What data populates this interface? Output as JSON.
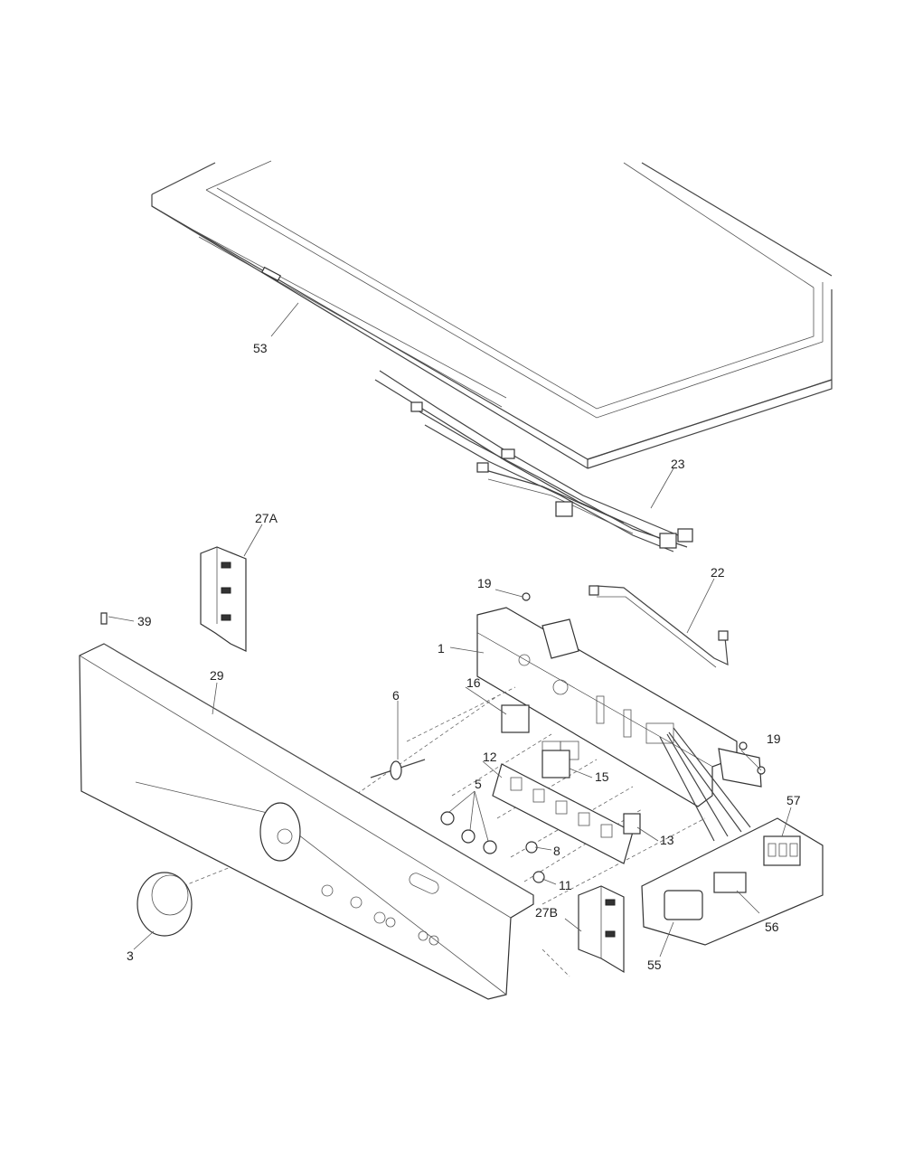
{
  "labels": {
    "p53": "53",
    "p23": "23",
    "p22": "22",
    "p27a": "27A",
    "p19a": "19",
    "p19b": "19",
    "p39": "39",
    "p1": "1",
    "p29": "29",
    "p16": "16",
    "p6": "6",
    "p12": "12",
    "p15": "15",
    "p5": "5",
    "p8": "8",
    "p13": "13",
    "p57": "57",
    "p11": "11",
    "p27b": "27B",
    "p56": "56",
    "p3": "3",
    "p55": "55"
  }
}
